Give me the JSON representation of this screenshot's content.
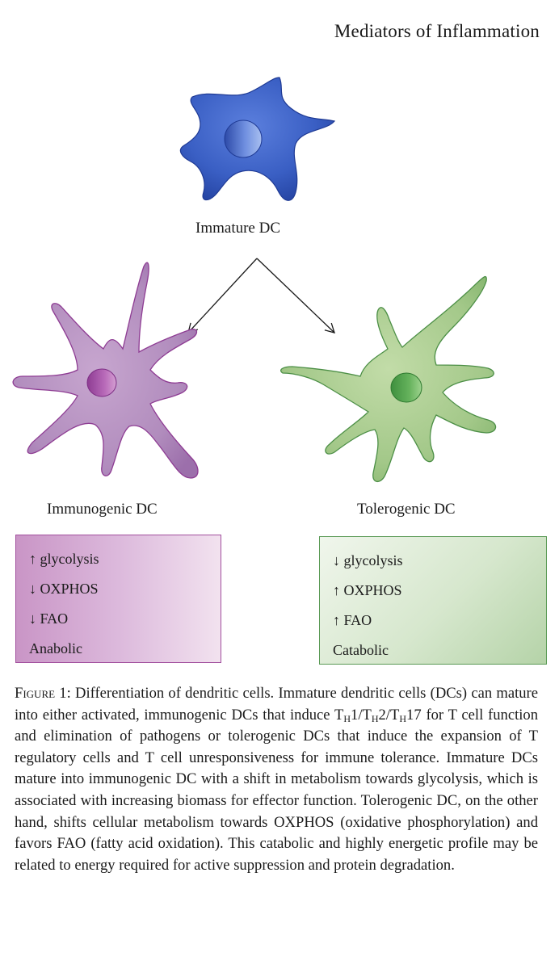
{
  "header": {
    "journal": "Mediators of Inflammation"
  },
  "figure": {
    "immature_label": "Immature DC",
    "immunogenic_label": "Immunogenic DC",
    "tolerogenic_label": "Tolerogenic DC",
    "immunogenic_box": {
      "glycolysis": "↑ glycolysis",
      "oxphos": "↓ OXPHOS",
      "fao": "↓ FAO",
      "profile": "Anabolic"
    },
    "tolerogenic_box": {
      "glycolysis": "↓ glycolysis",
      "oxphos": "↑ OXPHOS",
      "fao": "↑ FAO",
      "profile": "Catabolic"
    },
    "colors": {
      "immature": "#3c5fbf",
      "immunogenic": "#b588bd",
      "tolerogenic": "#9fc585"
    }
  },
  "caption": {
    "label": "Figure 1:",
    "part1": " Differentiation of dendritic cells. Immature dendritic cells (DCs) can mature into either activated, immunogenic DCs that induce T",
    "sub1": "H",
    "part2": "1/T",
    "sub2": "H",
    "part3": "2/T",
    "sub3": "H",
    "part4": "17 for T cell function and elimination of pathogens or tolerogenic DCs that induce the expansion of T regulatory cells and T cell unresponsiveness for immune tolerance. Immature DCs mature into immunogenic DC with a shift in metabolism towards glycolysis, which is associated with increasing biomass for effector function. Tolerogenic DC, on the other hand, shifts cellular metabolism towards OXPHOS (oxidative phospho­rylation) and favors FAO (fatty acid oxidation). This catabolic and highly energetic profile may be related to energy required for active suppression and protein degradation."
  }
}
